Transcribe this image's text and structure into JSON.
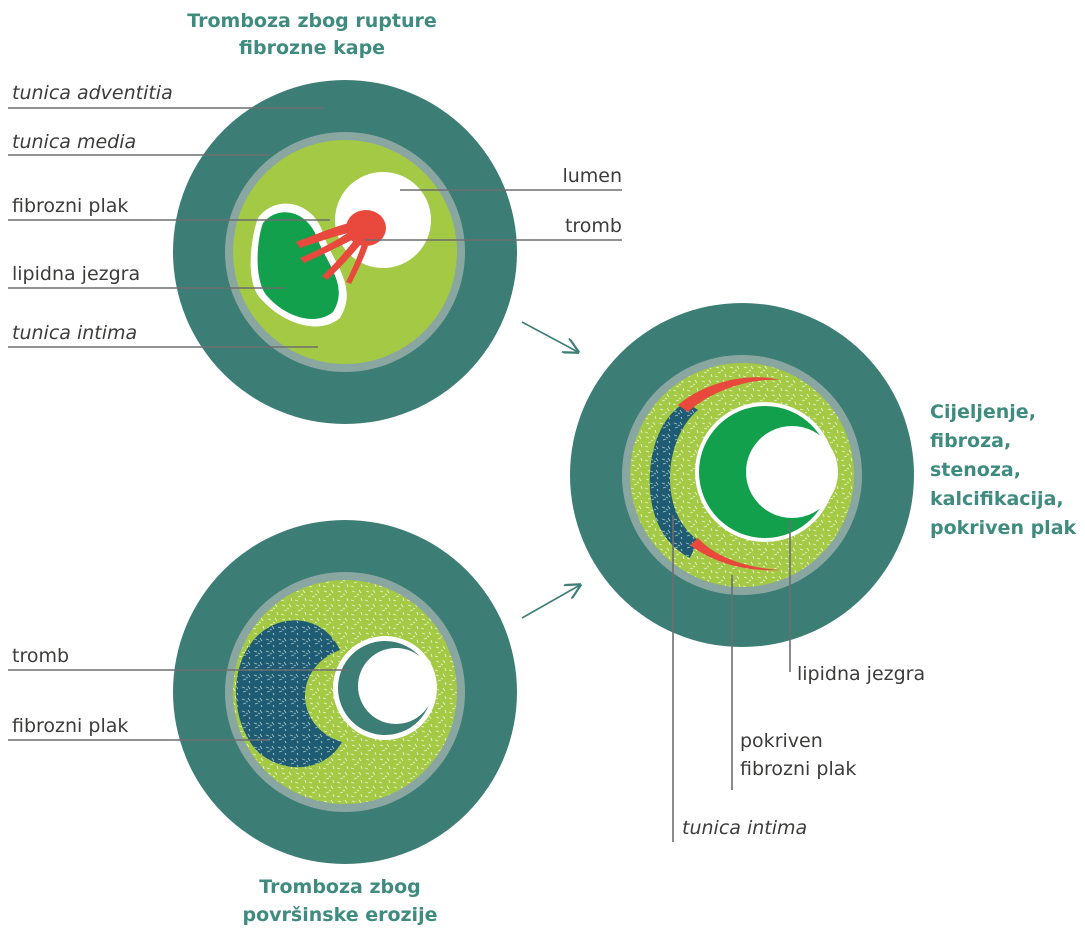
{
  "colors": {
    "adventitia": "#3c7e75",
    "media": "#8aa6a0",
    "intima": "#a3c945",
    "plaque_green": "#12a04c",
    "thrombus": "#e8493c",
    "erosion_thrombus": "#1f5b72",
    "lumen": "#ffffff",
    "title": "#3f8b7f",
    "label": "#3c3c3b",
    "leader": "#6d6e70"
  },
  "top": {
    "title_line1": "Tromboza zbog rupture",
    "title_line2": "fibrozne kape",
    "labels": {
      "adventitia": "tunica adventitia",
      "media": "tunica media",
      "plak": "fibrozni plak",
      "jezgra": "lipidna jezgra",
      "intima": "tunica intima",
      "lumen": "lumen",
      "tromb": "tromb"
    }
  },
  "bottom": {
    "title_line1": "Tromboza zbog",
    "title_line2": "površinske erozije",
    "labels": {
      "tromb": "tromb",
      "plak": "fibrozni plak"
    }
  },
  "right": {
    "title_lines": [
      "Cijeljenje,",
      "fibroza,",
      "stenoza,",
      "kalcifikacija,",
      "pokriven plak"
    ],
    "labels": {
      "jezgra": "lipidna jezgra",
      "pokriven_1": "pokriven",
      "pokriven_2": "fibrozni plak",
      "intima": "tunica intima"
    }
  }
}
